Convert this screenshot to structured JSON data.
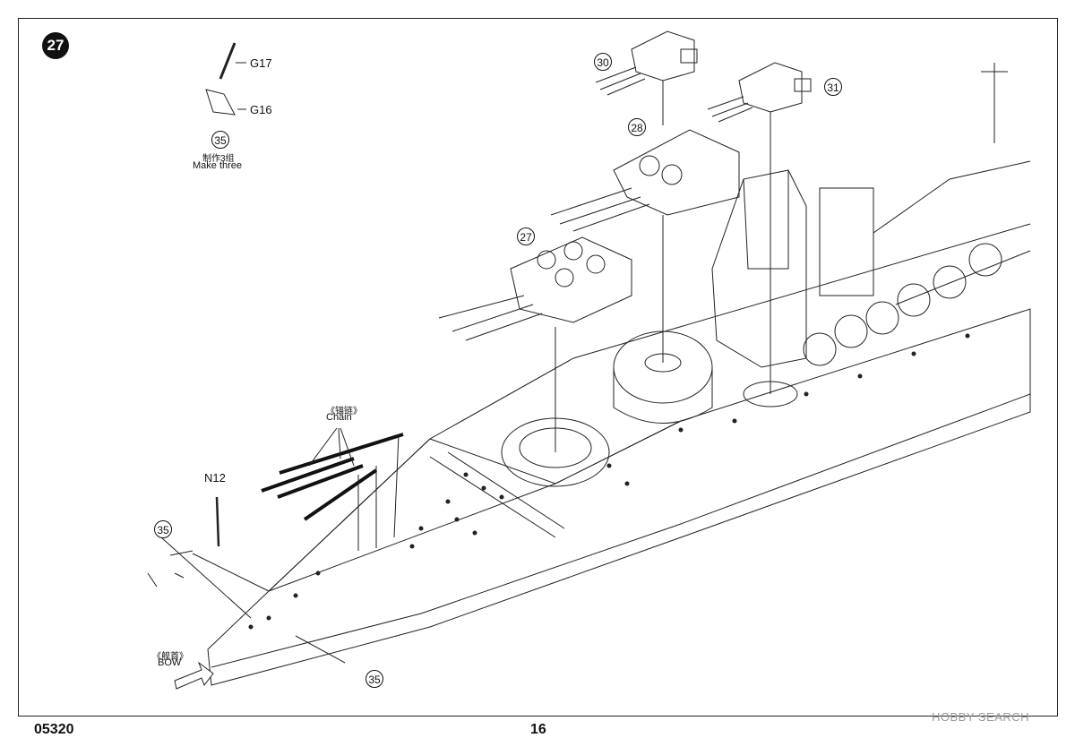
{
  "step_number": "27",
  "parts": {
    "g17": "G17",
    "g16": "G16",
    "n12": "N12"
  },
  "make_three": {
    "ref": "35",
    "chinese": "制作3组",
    "english": "Make three"
  },
  "chain": {
    "chinese": "《锚链》",
    "english": "Chain"
  },
  "bow": {
    "chinese": "《舰首》",
    "english": "BOW"
  },
  "callouts": {
    "turret_27": "27",
    "turret_28": "28",
    "turret_30": "30",
    "turret_31": "31",
    "ref_35_left": "35",
    "ref_35_bottom": "35"
  },
  "footer": {
    "product_code": "05320",
    "page_number": "16"
  },
  "watermark": "HOBBY SEARCH"
}
